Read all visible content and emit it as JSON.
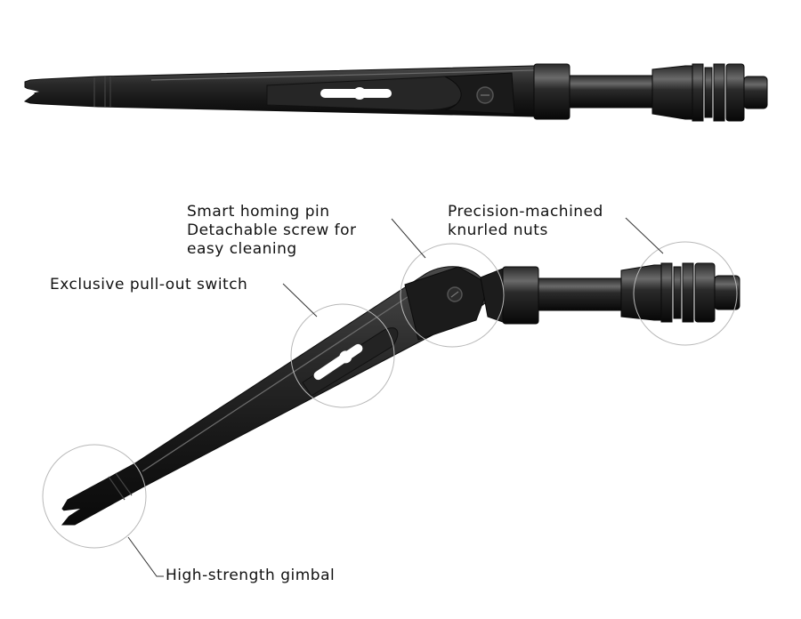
{
  "callouts": {
    "homing": {
      "line1": "Smart homing pin",
      "line2": "Detachable screw for",
      "line3": "easy cleaning"
    },
    "knurled": {
      "line1": "Precision-machined",
      "line2": "knurled nuts"
    },
    "switch": {
      "text": "Exclusive pull-out switch"
    },
    "gimbal": {
      "text": "High-strength gimbal"
    }
  },
  "colors": {
    "body": "#1e1e1e",
    "highlight": "#5a5a5a",
    "edge": "#0c0c0c",
    "slot": "#ffffff",
    "leader": "#333333",
    "circle": "#b8b8b8"
  },
  "icons": {
    "tool_straight": "folding-rod-tool-straight",
    "tool_folded": "folding-rod-tool-folded"
  }
}
